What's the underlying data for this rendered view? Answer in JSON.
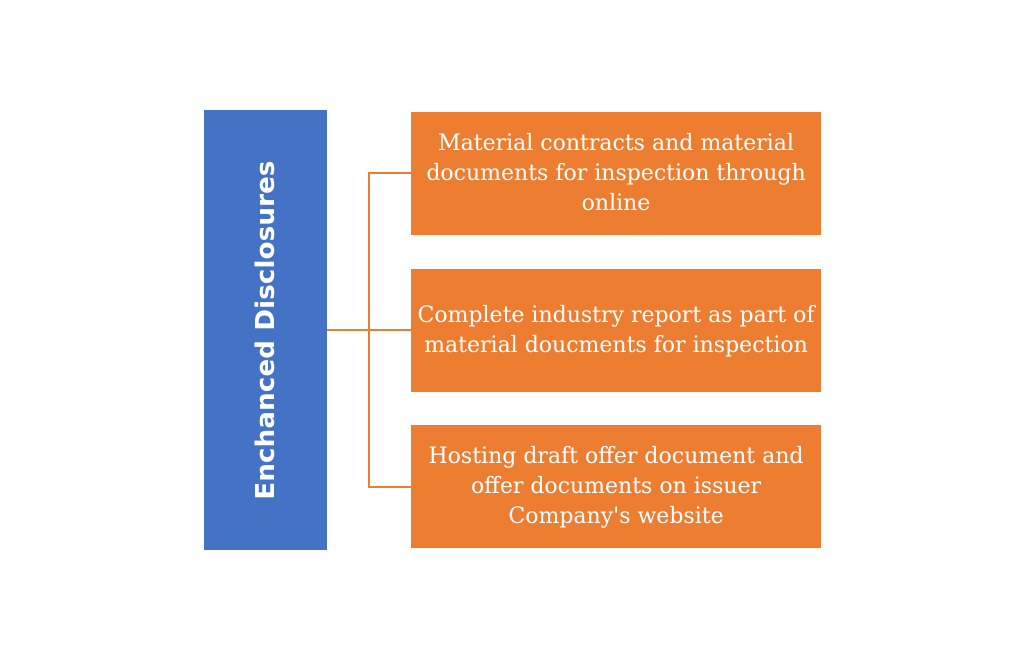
{
  "root": {
    "label": "Enchanced Disclosures",
    "color": "#4472c4"
  },
  "children": [
    {
      "label": "Material contracts and material documents for inspection through online"
    },
    {
      "label": "Complete industry report as part of material doucments for inspection"
    },
    {
      "label": "Hosting draft offer document and offer documents on issuer Company's website"
    }
  ],
  "colors": {
    "child_fill": "#ed7d31",
    "connector": "#ed7d31",
    "text": "#ffffff"
  }
}
